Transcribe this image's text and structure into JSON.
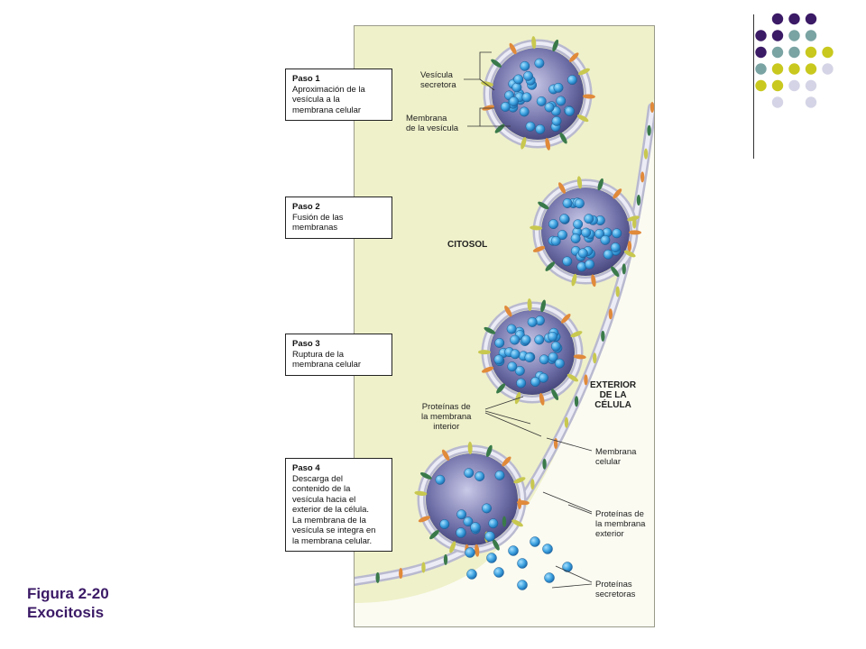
{
  "steps": [
    {
      "title": "Paso 1",
      "body": "Aproximación de la\nvesícula a la\nmembrana celular"
    },
    {
      "title": "Paso 2",
      "body": "Fusión de las\nmembranas"
    },
    {
      "title": "Paso 3",
      "body": "Ruptura de la\nmembrana celular"
    },
    {
      "title": "Paso 4",
      "body": "Descarga del\ncontenido de la\nvesícula hacia el\nexterior de la célula.\nLa membrana de la\nvesícula se integra en\nla membrana celular."
    }
  ],
  "labels": {
    "secretory_vesicle": "Vesícula\nsecretora",
    "vesicle_membrane": "Membrana\nde la vesícula",
    "cytosol": "CITOSOL",
    "cell_exterior": "EXTERIOR\nDE LA\nCÉLULA",
    "inner_membrane_proteins": "Proteínas de\nla membrana\ninterior",
    "cell_membrane": "Membrana\ncelular",
    "outer_membrane_proteins": "Proteínas de\nla membrana\nexterior",
    "secretory_proteins": "Proteínas\nsecretoras"
  },
  "caption": "Figura 2-20\nExocitosis",
  "colors": {
    "dot_purple": "#3b1a66",
    "dot_teal": "#7aa3a3",
    "dot_yellow": "#c8c81e",
    "dot_lavender": "#d4d4e6",
    "caption": "#3b1a66",
    "protein_blue": "#3fa3e0"
  }
}
